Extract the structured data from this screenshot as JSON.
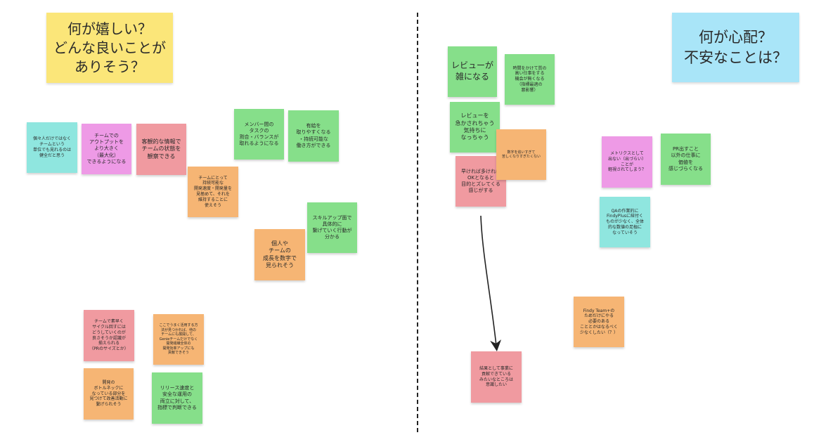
{
  "headers": {
    "left": "何が嬉しい？\nどんな良いことが\nありそう？",
    "right": "何が心配？\n不安なことは？"
  },
  "colors": {
    "yellow": "#fbe679",
    "blue": "#a9e5f8",
    "green": "#86df8a",
    "pink": "#f09aa0",
    "orange": "#f6b574",
    "cyan": "#8fe6df",
    "magenta": "#ee9ae6"
  },
  "left_notes": [
    {
      "id": "n1",
      "text": "個々人だけではなく\nチームという\n単位でも見れるのは\n健全だと思う"
    },
    {
      "id": "n2",
      "text": "チームでの\nアウトプットを\nより大きく\n（最大化）\nできるようになる"
    },
    {
      "id": "n3",
      "text": "客観的な情報で\nチームの状態を\n観察できる"
    },
    {
      "id": "n4",
      "text": "メンバー間の\nタスクの\n割合・バランスが\n取れるようになる"
    },
    {
      "id": "n5",
      "text": "有給を\n取りやすくなる\n・持続可能な\n働き方ができる"
    },
    {
      "id": "n6",
      "text": "チームにとって\n持続可能な\n開発速度・開発量を\n見極めて、それを\n維持することに\n使えそう"
    },
    {
      "id": "n7",
      "text": "スキルアップ面で\n具体的に\n繋げていく行動が\n分かる"
    },
    {
      "id": "n8",
      "text": "個人や\nチームの\n成長を数字で\n見られそう"
    },
    {
      "id": "n9",
      "text": "チームで素早く\nサイクル回すには\nどうしていくのが\n良さそうか認識が\n揃えられる\n（PRのサイズとか）"
    },
    {
      "id": "n10",
      "text": "ここでうまく活用する方\n法が見つかれば、他の\nチームにも展開して、\nGenieチームだけでなく\n開発組織全体の\n開発効率アップにも\n貢献できそう"
    },
    {
      "id": "n11",
      "text": "開発の\nボトルネックに\nなっている部分を\n見つけて改善活動に\n繋げられそう"
    },
    {
      "id": "n12",
      "text": "リリース速度と\n安全な運用の\n両立に対して、\n指標で判断できる"
    }
  ],
  "right_notes": [
    {
      "id": "r1",
      "text": "レビューが\n雑になる"
    },
    {
      "id": "r2",
      "text": "時間をかけて質の\n高い仕事をする\n機会が無くなる\n（指標最適の\n悪影響）"
    },
    {
      "id": "r3",
      "text": "レビューを\n急かされちゃう\n気持ちに\nなっちゃう"
    },
    {
      "id": "r4",
      "text": "早ければ多ければ\nOKとなると\n目的とズレてくる\n感じがする"
    },
    {
      "id": "r5",
      "text": "数字を追いすぎて\n苦しくなりすぎたくない"
    },
    {
      "id": "r6",
      "text": "メトリクスとして\n出ない（出づらい）\nことが\n軽視されてしまう？"
    },
    {
      "id": "r7",
      "text": "PR出すこと\n以外の仕事に\n価値を\n感じづらくなる"
    },
    {
      "id": "r8",
      "text": "QAの作業的に\nFindyPlusに紐付く\nものが少なく、全体\n的な数値の足枷に\nなっていそう"
    },
    {
      "id": "r9",
      "text": "Findy Team+の\nためだけにやる\n必要のある\nこととかはなるべく\n少なくしたい（？）"
    },
    {
      "id": "r10",
      "text": "結果として事業に\n貢献できている\nみたいなところは\n意識したい"
    }
  ]
}
